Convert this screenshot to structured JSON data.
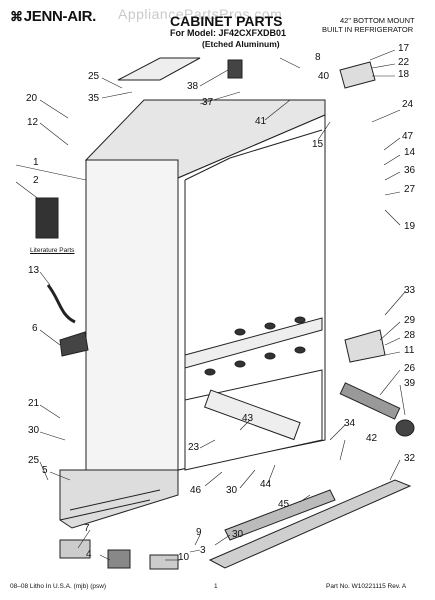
{
  "header": {
    "brand": "JENN-AIR.",
    "watermark": "AppliancePartsPros.com",
    "title": "CABINET PARTS",
    "model_line": "For Model: JF42CXFXDB01",
    "finish_line": "(Etched Aluminum)",
    "mount_line1": "42\" BOTTOM MOUNT",
    "mount_line2": "BUILT IN REFRIGERATOR"
  },
  "diagram": {
    "literature_label": "Literature Parts",
    "callouts": [
      {
        "id": "c25a",
        "text": "25"
      },
      {
        "id": "c35",
        "text": "35"
      },
      {
        "id": "c38",
        "text": "38"
      },
      {
        "id": "c8",
        "text": "8"
      },
      {
        "id": "c40",
        "text": "40"
      },
      {
        "id": "c17",
        "text": "17"
      },
      {
        "id": "c22",
        "text": "22"
      },
      {
        "id": "c18",
        "text": "18"
      },
      {
        "id": "c20",
        "text": "20"
      },
      {
        "id": "c37",
        "text": "37"
      },
      {
        "id": "c41",
        "text": "41"
      },
      {
        "id": "c24",
        "text": "24"
      },
      {
        "id": "c12",
        "text": "12"
      },
      {
        "id": "c15",
        "text": "15"
      },
      {
        "id": "c47",
        "text": "47"
      },
      {
        "id": "c1",
        "text": "1"
      },
      {
        "id": "c14",
        "text": "14"
      },
      {
        "id": "c36",
        "text": "36"
      },
      {
        "id": "c2",
        "text": "2"
      },
      {
        "id": "c27",
        "text": "27"
      },
      {
        "id": "c19",
        "text": "19"
      },
      {
        "id": "c13",
        "text": "13"
      },
      {
        "id": "c33",
        "text": "33"
      },
      {
        "id": "c6",
        "text": "6"
      },
      {
        "id": "c29",
        "text": "29"
      },
      {
        "id": "c28",
        "text": "28"
      },
      {
        "id": "c11",
        "text": "11"
      },
      {
        "id": "c26",
        "text": "26"
      },
      {
        "id": "c39",
        "text": "39"
      },
      {
        "id": "c21",
        "text": "21"
      },
      {
        "id": "c30a",
        "text": "30"
      },
      {
        "id": "c43",
        "text": "43"
      },
      {
        "id": "c34",
        "text": "34"
      },
      {
        "id": "c42",
        "text": "42"
      },
      {
        "id": "c23",
        "text": "23"
      },
      {
        "id": "c25b",
        "text": "25"
      },
      {
        "id": "c32",
        "text": "32"
      },
      {
        "id": "c46",
        "text": "46"
      },
      {
        "id": "c30b",
        "text": "30"
      },
      {
        "id": "c44",
        "text": "44"
      },
      {
        "id": "c45",
        "text": "45"
      },
      {
        "id": "c5",
        "text": "5"
      },
      {
        "id": "c7",
        "text": "7"
      },
      {
        "id": "c9",
        "text": "9"
      },
      {
        "id": "c3",
        "text": "3"
      },
      {
        "id": "c30c",
        "text": "30"
      },
      {
        "id": "c4",
        "text": "4"
      },
      {
        "id": "c10",
        "text": "10"
      }
    ]
  },
  "footer": {
    "left": "08–08 Litho In U.S.A. (mjb) (psw)",
    "page": "1",
    "part": "Part No. W10221115 Rev. A"
  }
}
